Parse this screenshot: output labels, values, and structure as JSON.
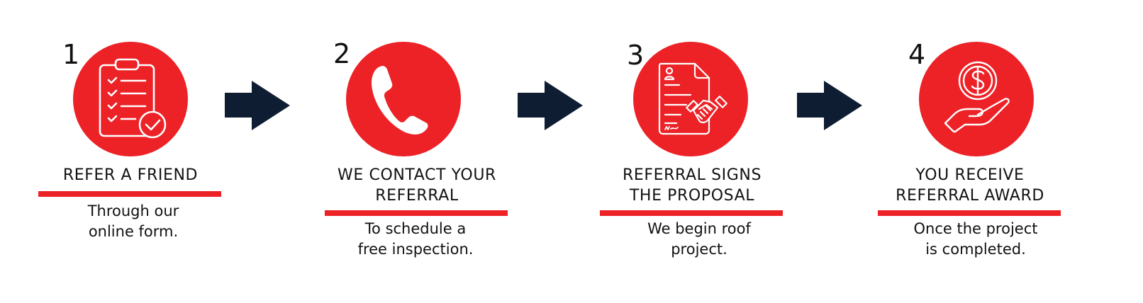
{
  "colors": {
    "accent_red": "#ec2227",
    "arrow_navy": "#0f1d33",
    "text": "#111111",
    "background": "#ffffff"
  },
  "steps": [
    {
      "number": "1",
      "icon": "clipboard-checklist-icon",
      "title_line1": "REFER A FRIEND",
      "title_line2": "",
      "desc_line1": "Through our",
      "desc_line2": "online form."
    },
    {
      "number": "2",
      "icon": "phone-icon",
      "title_line1": "WE CONTACT YOUR",
      "title_line2": "REFERRAL",
      "desc_line1": "To schedule a",
      "desc_line2": "free inspection."
    },
    {
      "number": "3",
      "icon": "contract-handshake-icon",
      "title_line1": "REFERRAL SIGNS",
      "title_line2": "THE PROPOSAL",
      "desc_line1": "We begin roof",
      "desc_line2": "project."
    },
    {
      "number": "4",
      "icon": "hand-coin-dollar-icon",
      "title_line1": "YOU RECEIVE",
      "title_line2": "REFERRAL AWARD",
      "desc_line1": "Once the project",
      "desc_line2": "is completed."
    }
  ],
  "arrows": [
    {
      "icon": "arrow-right-icon"
    },
    {
      "icon": "arrow-right-icon"
    },
    {
      "icon": "arrow-right-icon"
    }
  ]
}
